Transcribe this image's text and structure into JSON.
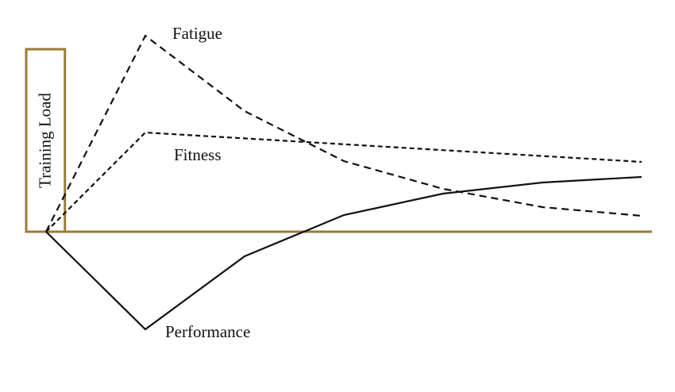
{
  "chart_data": {
    "type": "line",
    "title": "",
    "xlabel": "",
    "ylabel": "",
    "x": [
      0,
      1,
      2,
      3,
      4,
      5,
      6
    ],
    "ylim": [
      -13,
      25
    ],
    "baseline_color": "#9b7b3a",
    "training_load": {
      "label": "Training Load",
      "x_start": -0.2,
      "x_end": 0.19,
      "value": 23,
      "color": "#9b7b3a"
    },
    "series": [
      {
        "name": "Fatigue",
        "style": "dashed",
        "x": [
          0,
          1,
          2,
          3,
          4,
          5,
          6
        ],
        "values": [
          0,
          24.7,
          15.2,
          8.9,
          5.4,
          3.1,
          2.0
        ]
      },
      {
        "name": "Fitness",
        "style": "dotted-dashed",
        "x": [
          0,
          1,
          6
        ],
        "values": [
          0,
          12.5,
          8.8
        ]
      },
      {
        "name": "Performance",
        "style": "solid",
        "x": [
          0,
          1,
          2,
          3,
          4,
          5,
          6
        ],
        "values": [
          0,
          -12.3,
          -3.1,
          2.1,
          4.8,
          6.2,
          6.9
        ]
      }
    ]
  }
}
